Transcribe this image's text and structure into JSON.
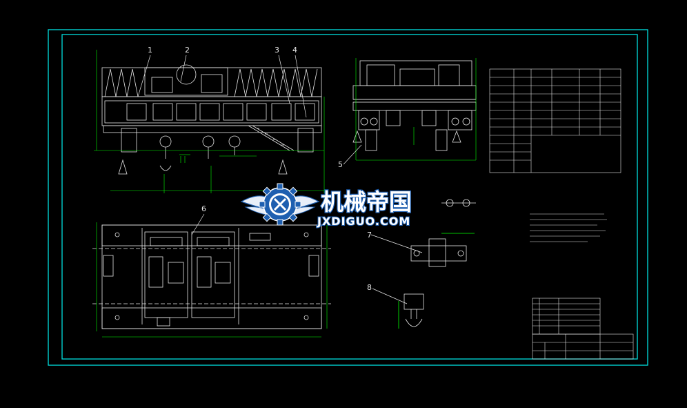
{
  "colors": {
    "background": "#000000",
    "frame": "#00e0e0",
    "structure": "#e8e8e8",
    "dimension": "#00ff00",
    "leader": "#e8e8e8",
    "hatch": "#9a9a9a",
    "watermark_blue": "#1e5fb0",
    "watermark_white": "#ffffff"
  },
  "drawing": {
    "part_labels": [
      "1",
      "2",
      "3",
      "4",
      "5",
      "6",
      "7",
      "8"
    ]
  },
  "watermark": {
    "logo_icon": "jx-gear-wings-logo",
    "title_cn": "机械帝国",
    "title_en": "JXDIGUO.COM"
  }
}
